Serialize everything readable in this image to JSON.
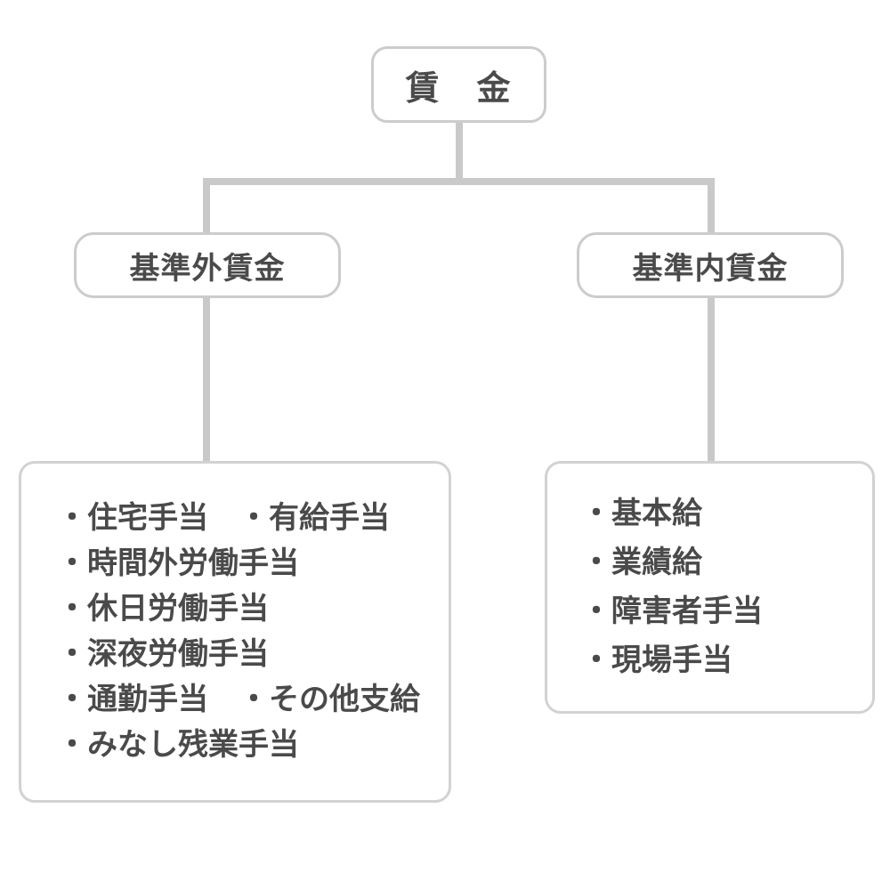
{
  "diagram": {
    "title_node": {
      "label": "賃　金"
    },
    "branches": [
      {
        "id": "non-standard",
        "label": "基準外賃金"
      },
      {
        "id": "standard",
        "label": "基準内賃金"
      }
    ],
    "detail_boxes": [
      {
        "id": "non-standard-items",
        "lines": [
          "・住宅手当　・有給手当",
          "・時間外労働手当",
          "・休日労働手当",
          "・深夜労働手当",
          "・通勤手当　・その他支給",
          "・みなし残業手当"
        ]
      },
      {
        "id": "standard-items",
        "lines": [
          "・基本給",
          "・業績給",
          "・障害者手当",
          "・現場手当"
        ]
      }
    ],
    "colors": {
      "text": "#4a4a4a",
      "box_border": "#cccccc",
      "list_border": "#d2d2d2",
      "connector": "#c9c9c9",
      "background": "#ffffff"
    }
  }
}
